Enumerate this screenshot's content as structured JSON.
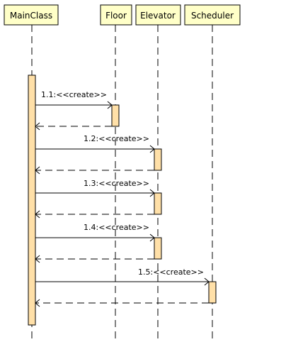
{
  "lifelines": [
    {
      "id": "mainclass",
      "label": "MainClass"
    },
    {
      "id": "floor",
      "label": "Floor"
    },
    {
      "id": "elevator",
      "label": "Elevator"
    },
    {
      "id": "scheduler",
      "label": "Scheduler"
    }
  ],
  "messages": [
    {
      "label": "1.1:<<create>>",
      "to": "floor"
    },
    {
      "label": "1.2:<<create>>",
      "to": "elevator"
    },
    {
      "label": "1.3:<<create>>",
      "to": "elevator"
    },
    {
      "label": "1.4:<<create>>",
      "to": "elevator"
    },
    {
      "label": "1.5:<<create>>",
      "to": "scheduler"
    }
  ],
  "colors": {
    "lifeline_head_fill": "#ffffc8",
    "activation_fill": "#ffe0a8",
    "line": "#000000"
  }
}
